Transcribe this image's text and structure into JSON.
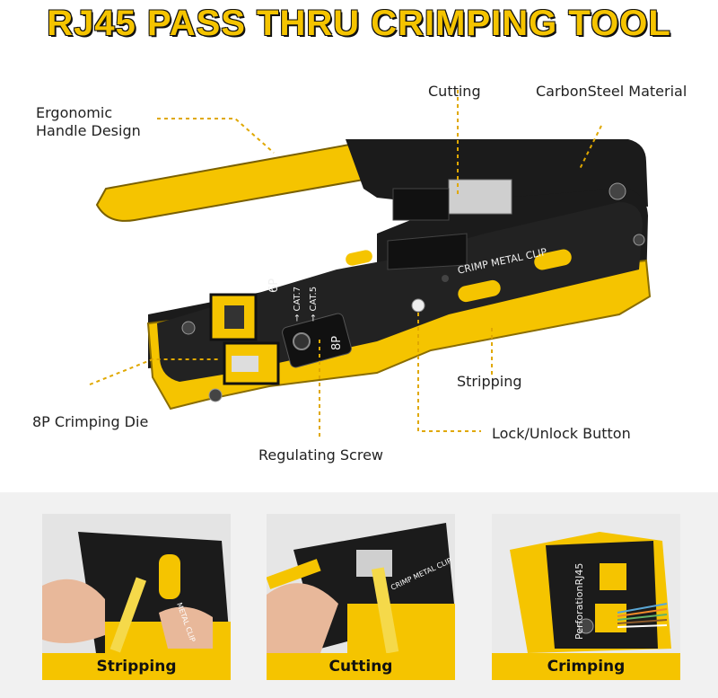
{
  "title": "RJ45 PASS THRU CRIMPING TOOL",
  "colors": {
    "accent": "#f5c400",
    "tool_body": "#1b1b1b",
    "dashed_line": "#e0a800"
  },
  "callouts": {
    "ergonomic": "Ergonomic\nHandle Design",
    "cutting": "Cutting",
    "carbon_steel": "CarbonSteel Material",
    "stripping": "Stripping",
    "crimping_die": "8P Crimping Die",
    "lock_button": "Lock/Unlock Button",
    "regulating_screw": "Regulating Screw"
  },
  "tool_markings": {
    "crimp_metal_clip": "CRIMP METAL CLIP",
    "six_p": "6P",
    "cat7": "→ CAT.7",
    "cat5": "→ CAT.5",
    "eight_p": "8P"
  },
  "panels": [
    {
      "caption": "Stripping"
    },
    {
      "caption": "Cutting"
    },
    {
      "caption": "Crimping",
      "marking": "PerforationRJ45"
    }
  ]
}
